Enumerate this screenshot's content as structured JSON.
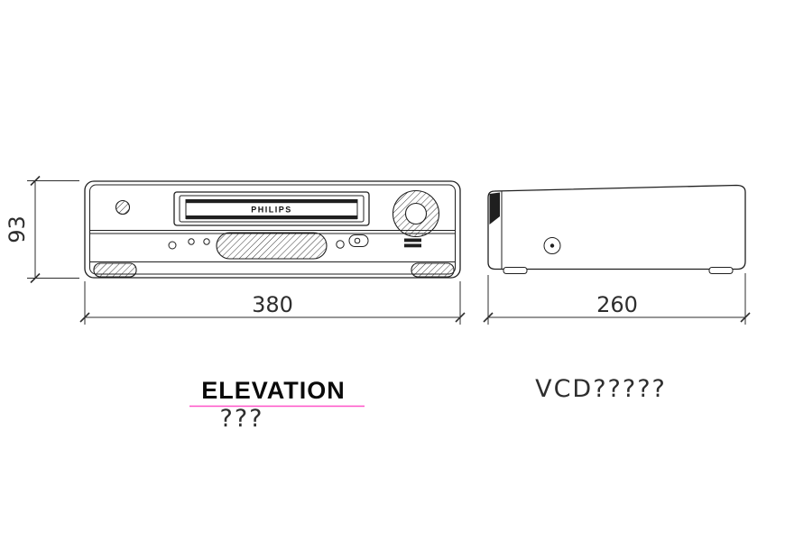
{
  "drawing": {
    "brand_label": "PHILIPS",
    "labels": {
      "front_title": "ELEVATION",
      "front_subtitle": "???",
      "side_title": "VCD?????"
    },
    "dimensions": {
      "height": "93",
      "front_width": "380",
      "side_depth": "260"
    },
    "colors": {
      "line": "#1f1f1f",
      "dim_text": "#2e2e2e",
      "underline": "#ff52c8"
    }
  }
}
